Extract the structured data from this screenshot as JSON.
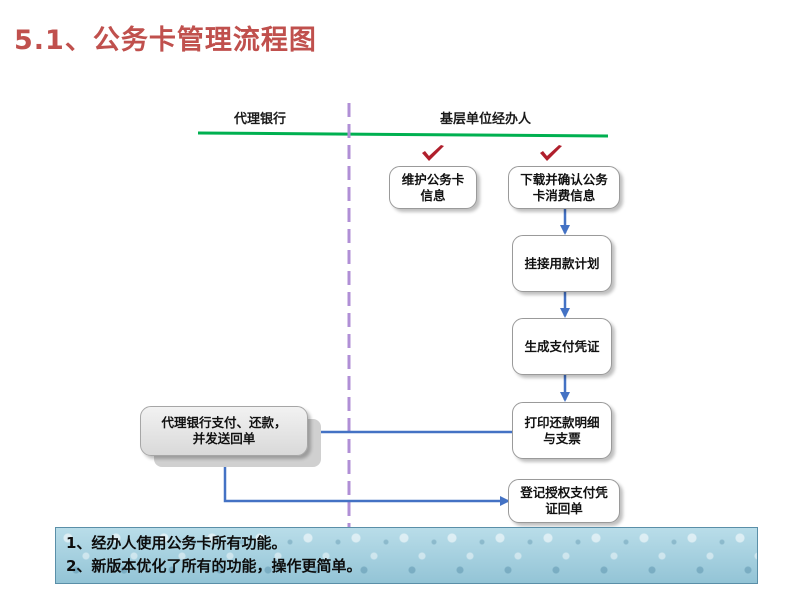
{
  "title": "5.1、公务卡管理流程图",
  "lanes": {
    "left": "代理银行",
    "right": "基层单位经办人"
  },
  "nodes": {
    "maintain": "维护公务卡\n信息",
    "download": "下载并确认公务\n卡消费信息",
    "attach": "挂接用款计划",
    "voucher": "生成支付凭证",
    "print": "打印还款明细\n与支票",
    "bank_pay": "代理银行支付、还款，\n并发送回单",
    "register": "登记授权支付凭\n证回单"
  },
  "notes": [
    "1、经办人使用公务卡所有功能。",
    "2、新版本优化了所有的功能，操作更简单。"
  ],
  "colors": {
    "title": "#c0504d",
    "lane_line": "#00b050",
    "divider": "#b08fd6",
    "arrow": "#4472c4",
    "check": "#b01f2c"
  }
}
